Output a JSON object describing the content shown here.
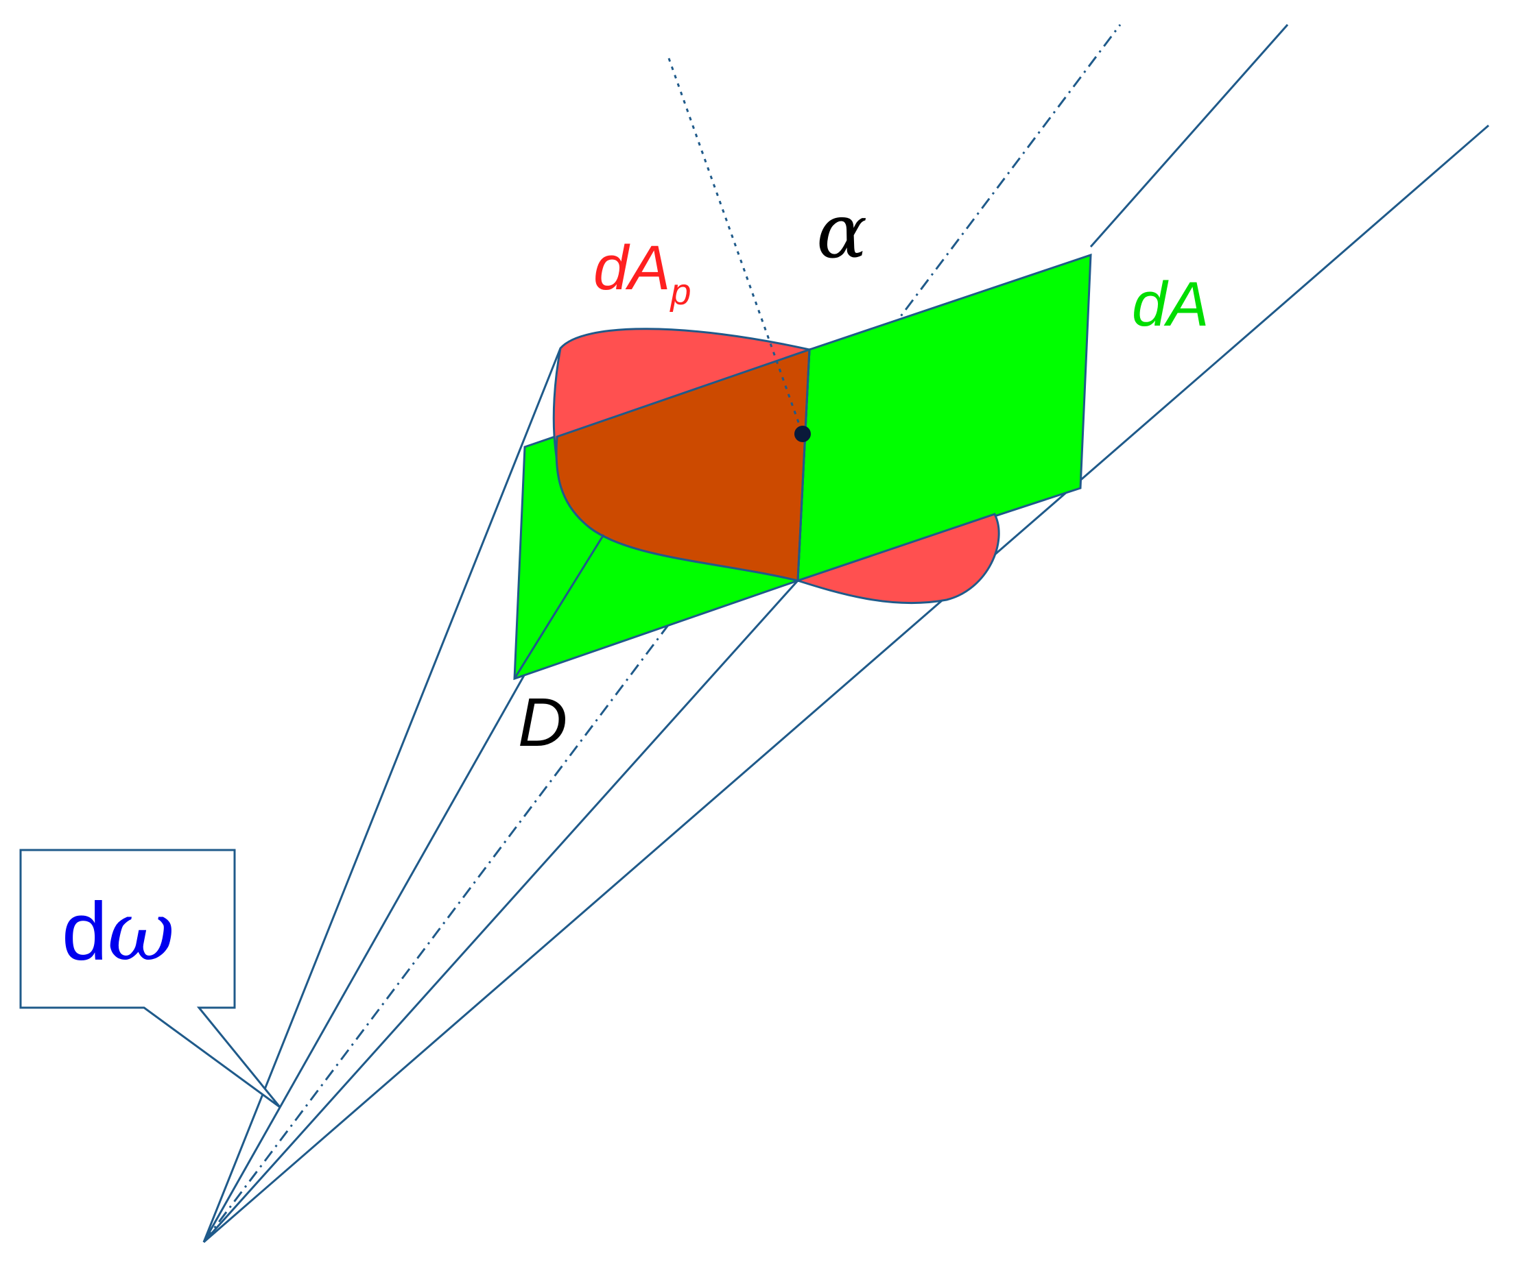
{
  "labels": {
    "projected_area": "dA",
    "projected_area_subscript": "p",
    "surface_area": "dA",
    "angle": "α",
    "distance": "D",
    "solid_angle_d": "d",
    "solid_angle_omega": "ω"
  },
  "colors": {
    "line": "#1f5a8a",
    "green_patch": "#00ff00",
    "red_patch": "#ff5050",
    "overlap": "#cc4a00",
    "label_red": "#ff2020",
    "label_green": "#00dd00",
    "label_black": "#000000",
    "label_blue": "#0000ee"
  }
}
